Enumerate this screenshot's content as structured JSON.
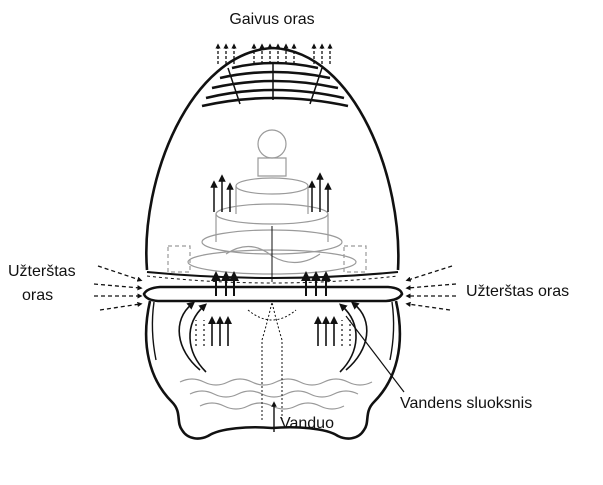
{
  "diagram": {
    "labels": {
      "fresh_air": "Gaivus oras",
      "polluted_air_left_line1": "Užterštas",
      "polluted_air_left_line2": "oras",
      "polluted_air_right": "Užterštas oras",
      "water_layer": "Vandens sluoksnis",
      "water": "Vanduo"
    },
    "colors": {
      "ink": "#111111",
      "background": "#ffffff",
      "faint": "#9a9a9a"
    }
  }
}
